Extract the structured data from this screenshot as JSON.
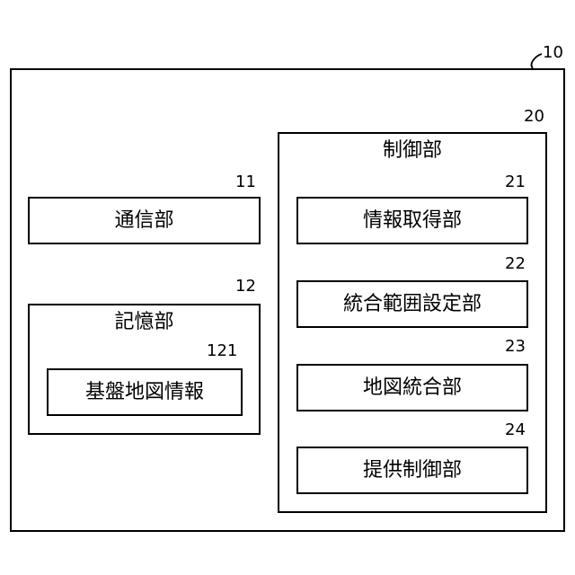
{
  "device": {
    "ref": "10"
  },
  "communication_unit": {
    "label": "通信部",
    "ref": "11"
  },
  "storage_unit": {
    "label": "記憶部",
    "ref": "12",
    "base_map_info": {
      "label": "基盤地図情報",
      "ref": "121"
    }
  },
  "control_unit": {
    "label": "制御部",
    "ref": "20",
    "modules": [
      {
        "label": "情報取得部",
        "ref": "21"
      },
      {
        "label": "統合範囲設定部",
        "ref": "22"
      },
      {
        "label": "地図統合部",
        "ref": "23"
      },
      {
        "label": "提供制御部",
        "ref": "24"
      }
    ]
  }
}
